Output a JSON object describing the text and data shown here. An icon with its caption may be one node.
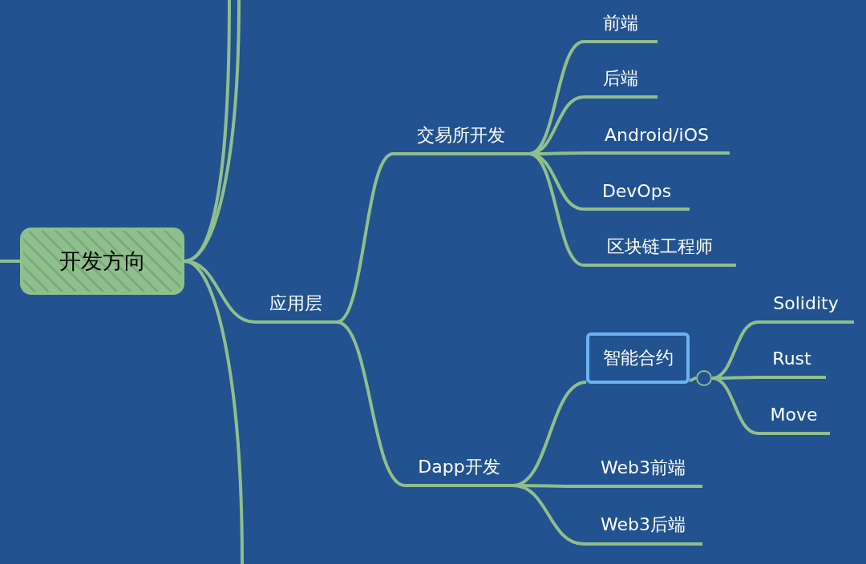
{
  "diagram": {
    "nodes": [
      {
        "text": [
          "开发方向"
        ]
      },
      {
        "text": [
          "应用层"
        ]
      },
      {
        "text": [
          "交易所开发"
        ]
      },
      {
        "text": [
          "前端"
        ]
      },
      {
        "text": [
          "后端"
        ]
      },
      {
        "text": [
          "Android/iOS"
        ]
      },
      {
        "text": [
          "DevOps"
        ]
      },
      {
        "text": [
          "区块链工程师"
        ]
      },
      {
        "text": [
          "Dapp开发"
        ]
      },
      {
        "text": [
          "智能合约"
        ]
      },
      {
        "text": [],
        "shape": "circle"
      },
      {
        "text": [
          "Solidity"
        ]
      },
      {
        "text": [
          "Rust"
        ]
      },
      {
        "text": [
          "Move"
        ]
      },
      {
        "text": [
          "Web3前端"
        ]
      },
      {
        "text": [
          "Web3后端"
        ]
      }
    ],
    "edges": [
      {
        "from": null,
        "to": 0,
        "arrow": "none"
      },
      {
        "from": 0,
        "to": null,
        "arrow": "none"
      },
      {
        "from": 0,
        "to": null,
        "arrow": "none"
      },
      {
        "from": 0,
        "to": null,
        "arrow": "none"
      },
      {
        "from": 0,
        "to": 1,
        "arrow": "none"
      },
      {
        "from": 1,
        "to": 2,
        "arrow": "none"
      },
      {
        "from": 2,
        "to": 3,
        "arrow": "none"
      },
      {
        "from": 2,
        "to": 4,
        "arrow": "none"
      },
      {
        "from": 2,
        "to": 5,
        "arrow": "none"
      },
      {
        "from": 2,
        "to": 6,
        "arrow": "none"
      },
      {
        "from": 2,
        "to": 7,
        "arrow": "none"
      },
      {
        "from": 1,
        "to": 8,
        "arrow": "none"
      },
      {
        "from": 8,
        "to": 9,
        "arrow": "none"
      },
      {
        "from": 9,
        "to": 10,
        "arrow": "none"
      },
      {
        "from": 10,
        "to": 11,
        "arrow": "none"
      },
      {
        "from": 10,
        "to": 12,
        "arrow": "none"
      },
      {
        "from": 10,
        "to": 13,
        "arrow": "none"
      },
      {
        "from": 8,
        "to": 14,
        "arrow": "none"
      },
      {
        "from": 8,
        "to": 15,
        "arrow": "none"
      }
    ]
  }
}
